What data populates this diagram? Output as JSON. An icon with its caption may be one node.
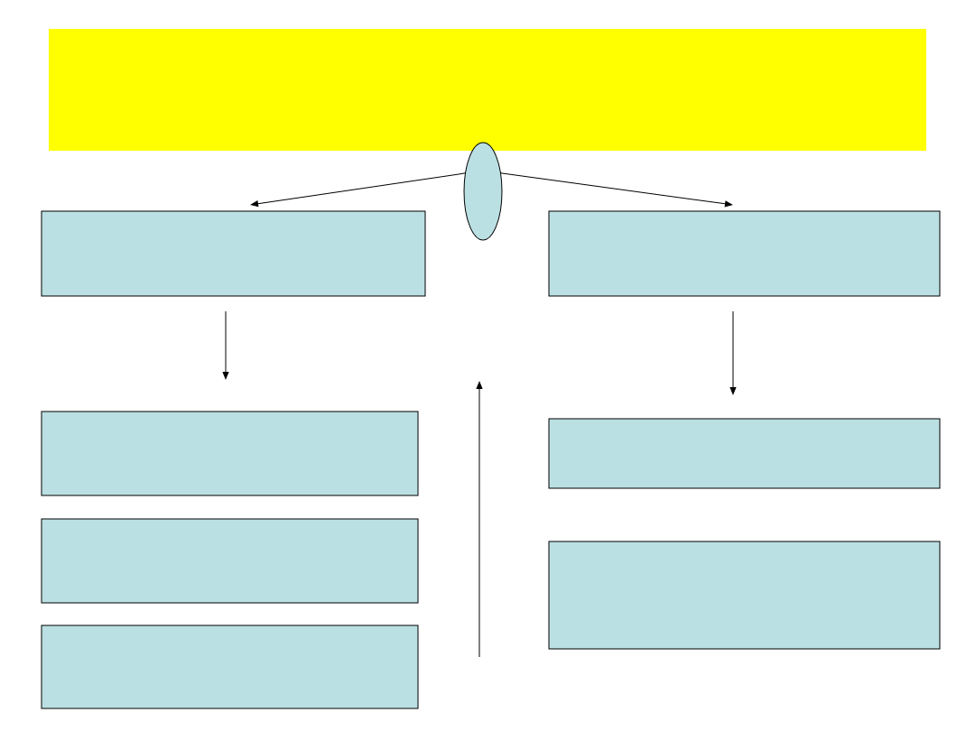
{
  "diagram": {
    "nodes": [
      {
        "text": [],
        "shape": "box"
      },
      {
        "text": [],
        "shape": "ellipse"
      },
      {
        "text": [],
        "shape": "box"
      },
      {
        "text": [],
        "shape": "box"
      },
      {
        "text": [],
        "shape": "box"
      },
      {
        "text": [],
        "shape": "box"
      },
      {
        "text": [],
        "shape": "box"
      },
      {
        "text": [],
        "shape": "box"
      },
      {
        "text": [],
        "shape": "box"
      }
    ],
    "edges": [
      {
        "from": 1,
        "to": 2,
        "arrow": "to"
      },
      {
        "from": 1,
        "to": 3,
        "arrow": "to"
      },
      {
        "from": 2,
        "to": 4,
        "arrow": "to"
      },
      {
        "from": 3,
        "to": 7,
        "arrow": "to"
      }
    ]
  }
}
